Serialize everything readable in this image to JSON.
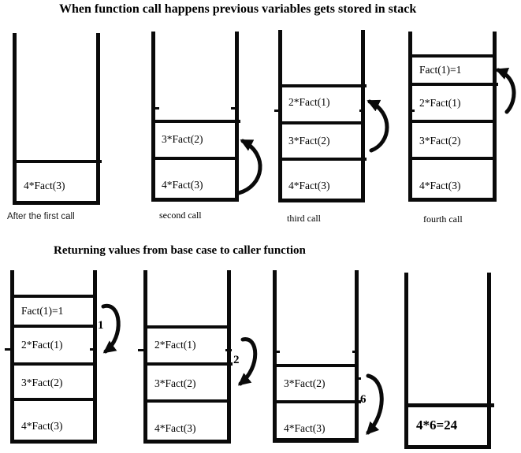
{
  "colors": {
    "ink": "#000000",
    "background": "#ffffff"
  },
  "section_top": {
    "title": "When function call happens previous variables gets stored in stack",
    "stacks": [
      {
        "caption": "After the first call",
        "cells": [
          "4*Fact(3)"
        ]
      },
      {
        "caption": "second call",
        "cells": [
          "3*Fact(2)",
          "4*Fact(3)"
        ]
      },
      {
        "caption": "third call",
        "cells": [
          "2*Fact(1)",
          "3*Fact(2)",
          "4*Fact(3)"
        ]
      },
      {
        "caption": "fourth call",
        "cells": [
          "Fact(1)=1",
          "2*Fact(1)",
          "3*Fact(2)",
          "4*Fact(3)"
        ]
      }
    ]
  },
  "section_bottom": {
    "title": "Returning values from base case to caller function",
    "stacks": [
      {
        "cells": [
          "Fact(1)=1",
          "2*Fact(1)",
          "3*Fact(2)",
          "4*Fact(3)"
        ],
        "return_value": "1"
      },
      {
        "cells": [
          "2*Fact(1)",
          "3*Fact(2)",
          "4*Fact(3)"
        ],
        "return_value": "2"
      },
      {
        "cells": [
          "3*Fact(2)",
          "4*Fact(3)"
        ],
        "return_value": "6"
      },
      {
        "cells": [
          "4*6=24"
        ]
      }
    ]
  }
}
